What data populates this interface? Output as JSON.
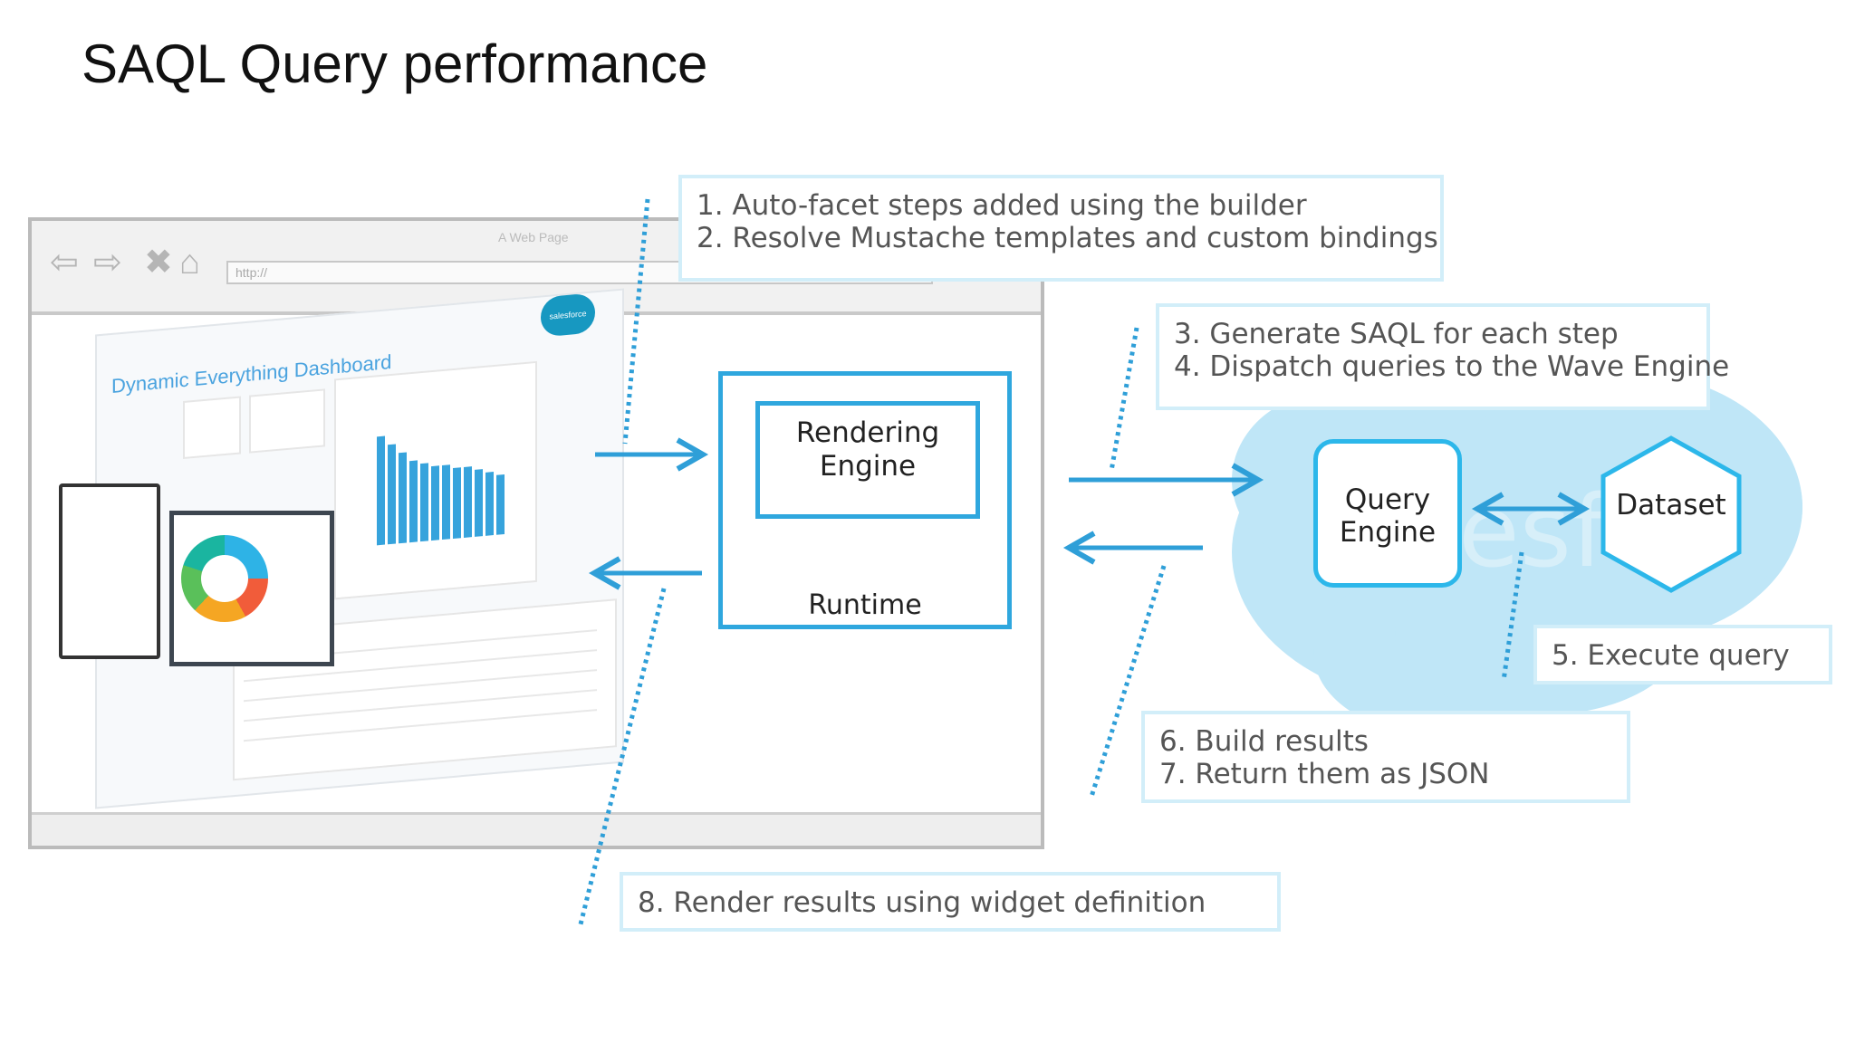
{
  "title": "SAQL Query performance",
  "callouts": {
    "c1": [
      "1. Auto-facet steps added using the builder",
      "2. Resolve Mustache templates and custom bindings"
    ],
    "c2": [
      "3. Generate SAQL for each step",
      "4. Dispatch queries to the Wave Engine"
    ],
    "c3": "5. Execute query",
    "c4": [
      "6. Build results",
      "7. Return them as JSON"
    ],
    "c5": "8. Render results using widget definition"
  },
  "runtime": {
    "engine_label": [
      "Rendering",
      "Engine"
    ],
    "label": "Runtime"
  },
  "cloud": {
    "query_engine": [
      "Query",
      "Engine"
    ],
    "dataset": "Dataset",
    "watermark": "esfo"
  },
  "browser": {
    "page_label": "A Web Page",
    "url": "http://",
    "dashboard_title": "Dynamic Everything Dashboard",
    "logo_text": "salesforce"
  },
  "colors": {
    "accent": "#2f9fd8",
    "callout_border": "#d2eef9",
    "cloud": "#bfe6f7"
  }
}
